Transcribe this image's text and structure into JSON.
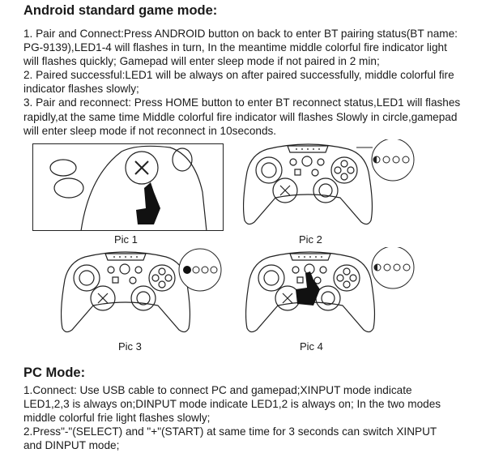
{
  "android": {
    "title": "Android standard game mode:",
    "lines": [
      "1. Pair and Connect:Press ANDROID button on back to enter BT pairing status(BT name:",
      "PG-9139),LED1-4 will flashes in turn, In the meantime middle colorful fire indicator light",
      "will flashes quickly; Gamepad will enter sleep mode if not paired in 2 min;",
      "2. Paired successful:LED1 will be always on after paired successfully, middle colorful fire",
      "indicator flashes slowly;",
      "3. Pair and reconnect: Press HOME button to enter BT reconnect status,LED1 will flashes",
      "rapidly,at the same time Middle colorful fire indicator will flashes Slowly in circle,gamepad",
      "will enter sleep mode if not reconnect in 10seconds."
    ]
  },
  "pictures": [
    "Pic 1",
    "Pic 2",
    "Pic 3",
    "Pic 4"
  ],
  "pc": {
    "title": "PC Mode:",
    "lines": [
      "1.Connect: Use USB cable to connect PC and gamepad;XINPUT mode indicate",
      "LED1,2,3 is always on;DINPUT mode indicate LED1,2 is always on; In the two modes",
      "middle colorful frie light flashes slowly;",
      "2.Press\"-\"(SELECT) and \"+\"(START) at same time for 3 seconds can switch XINPUT",
      "and DINPUT mode;"
    ]
  }
}
